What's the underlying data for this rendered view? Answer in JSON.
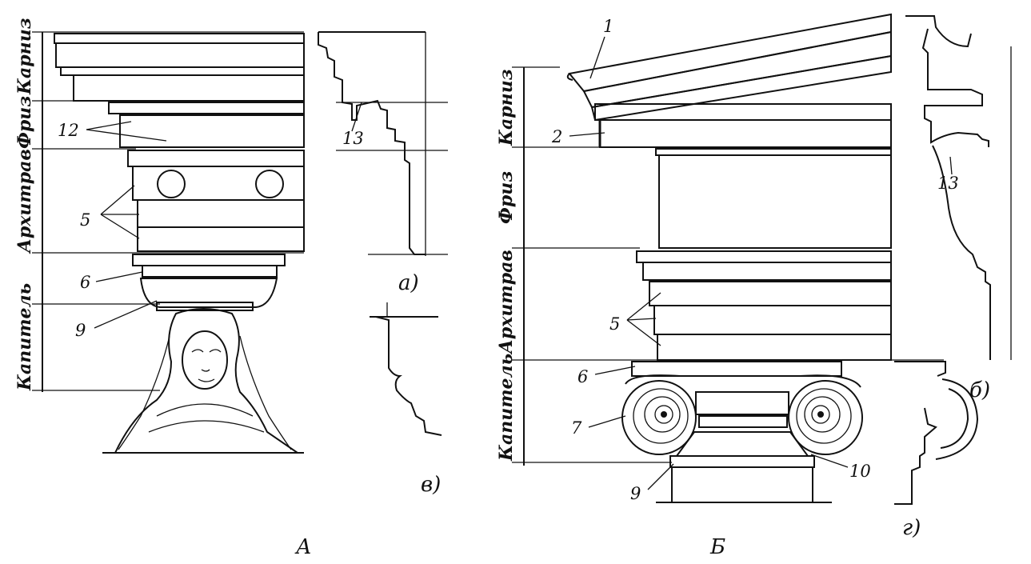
{
  "figure": {
    "left": {
      "caption": "А",
      "zones": [
        "Карниз",
        "Фриз",
        "Архитрав",
        "Капитель"
      ],
      "numbers": [
        "12",
        "5",
        "6",
        "9",
        "13"
      ],
      "profile_labels": [
        "а)",
        "в)"
      ]
    },
    "right": {
      "caption": "Б",
      "zones": [
        "Карниз",
        "Фриз",
        "Архитрав",
        "Капитель"
      ],
      "numbers": [
        "1",
        "2",
        "5",
        "6",
        "7",
        "9",
        "10",
        "13"
      ],
      "profile_labels": [
        "б)",
        "г)"
      ]
    }
  }
}
